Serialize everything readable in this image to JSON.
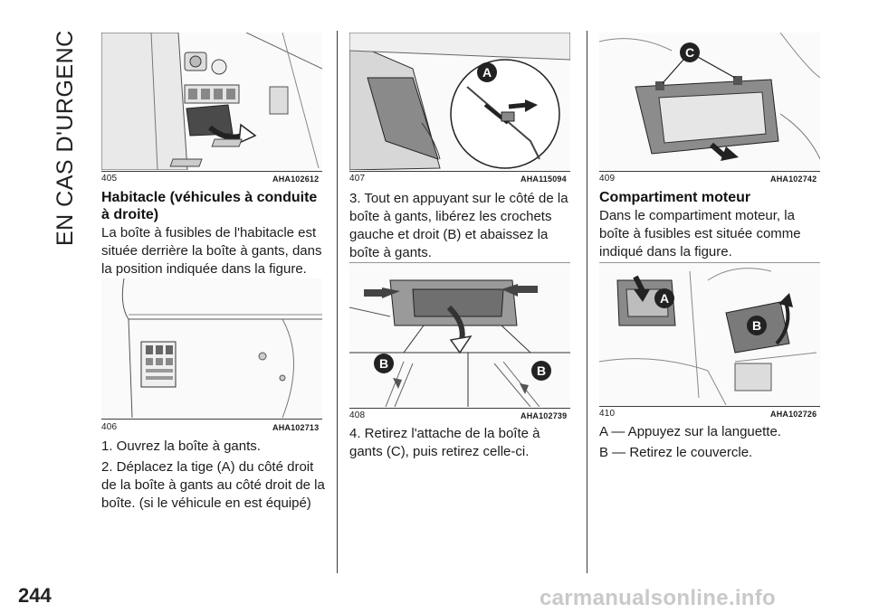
{
  "section_title": "EN CAS D'URGENCE",
  "page_number": "244",
  "watermark": "carmanualsonline.info",
  "col1": {
    "fig405": {
      "num": "405",
      "code": "AHA102612"
    },
    "heading": "Habitacle (véhicules à conduite à droite)",
    "para": "La boîte à fusibles de l'habitacle est située derrière la boîte à gants, dans la position indiquée dans la figure.",
    "fig406": {
      "num": "406",
      "code": "AHA102713"
    },
    "step1": "1. Ouvrez la boîte à gants.",
    "step2": "2. Déplacez la tige (A) du côté droit de la boîte à gants au côté droit de la boîte. (si le véhicule en est équipé)"
  },
  "col2": {
    "fig407": {
      "num": "407",
      "code": "AHA115094",
      "callout": "A"
    },
    "step3": "3. Tout en appuyant sur le côté de la boîte à gants, libérez les crochets gauche et droit (B) et abaissez la boîte à gants.",
    "fig408": {
      "num": "408",
      "code": "AHA102739",
      "callout_left": "B",
      "callout_right": "B"
    },
    "step4": "4. Retirez l'attache de la boîte à gants (C), puis retirez celle-ci."
  },
  "col3": {
    "fig409": {
      "num": "409",
      "code": "AHA102742",
      "callout": "C"
    },
    "heading": "Compartiment moteur",
    "para": "Dans le compartiment moteur, la boîte à fusibles est située comme indiqué dans la figure.",
    "fig410": {
      "num": "410",
      "code": "AHA102726",
      "callout_a": "A",
      "callout_b": "B"
    },
    "item_a": "A — Appuyez sur la languette.",
    "item_b": "B — Retirez le couvercle."
  }
}
